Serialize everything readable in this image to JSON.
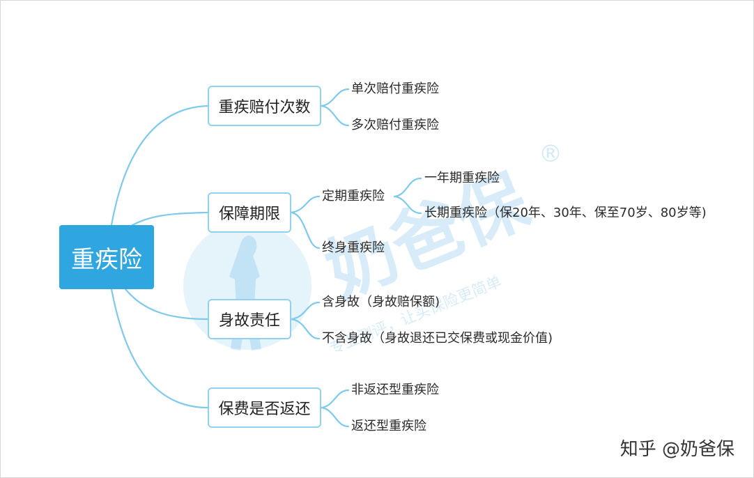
{
  "root": {
    "label": "重疾险"
  },
  "branches": [
    {
      "label": "重疾赔付次数",
      "children": [
        {
          "label": "单次赔付重疾险"
        },
        {
          "label": "多次赔付重疾险"
        }
      ]
    },
    {
      "label": "保障期限",
      "children": [
        {
          "label": "定期重疾险",
          "children": [
            {
              "label": "一年期重疾险"
            },
            {
              "label": "长期重疾险（保20年、30年、保至70岁、80岁等)"
            }
          ]
        },
        {
          "label": "终身重疾险"
        }
      ]
    },
    {
      "label": "身故责任",
      "children": [
        {
          "label": "含身故（身故赔保额)"
        },
        {
          "label": "不含身故（身故退还已交保费或现金价值)"
        }
      ]
    },
    {
      "label": "保费是否返还",
      "children": [
        {
          "label": "非返还型重疾险"
        },
        {
          "label": "返还型重疾险"
        }
      ]
    }
  ],
  "watermark": {
    "brand": "奶爸保",
    "registered": "®",
    "slogan": "专业测评，让买保险更简单"
  },
  "footer": {
    "credit": "知乎 @奶爸保"
  },
  "colors": {
    "root_fill": "#2fa6e0",
    "connector": "#7fc9ea",
    "branch_border": "#8fd2ee",
    "watermark": "#4aa8e0"
  }
}
